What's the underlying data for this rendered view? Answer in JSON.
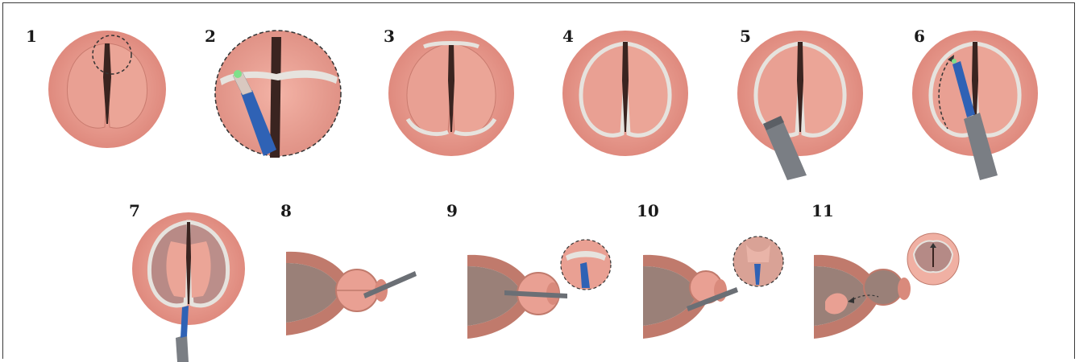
{
  "figure": {
    "steps": [
      {
        "label": "1"
      },
      {
        "label": "2"
      },
      {
        "label": "3"
      },
      {
        "label": "4"
      },
      {
        "label": "5"
      },
      {
        "label": "6"
      },
      {
        "label": "7"
      },
      {
        "label": "8"
      },
      {
        "label": "9"
      },
      {
        "label": "10"
      },
      {
        "label": "11"
      }
    ]
  },
  "colors": {
    "tissue": "#e8998c",
    "tissue_dark": "#c8706a",
    "prostate": "#f2b9ad",
    "urethra": "#3a2420",
    "enucleation_line": "#e6e3de",
    "probe_blue": "#2f62b5",
    "instrument": "#7a7e84",
    "bladder_wall": "#b07060",
    "bladder_inner": "#9a8078"
  }
}
